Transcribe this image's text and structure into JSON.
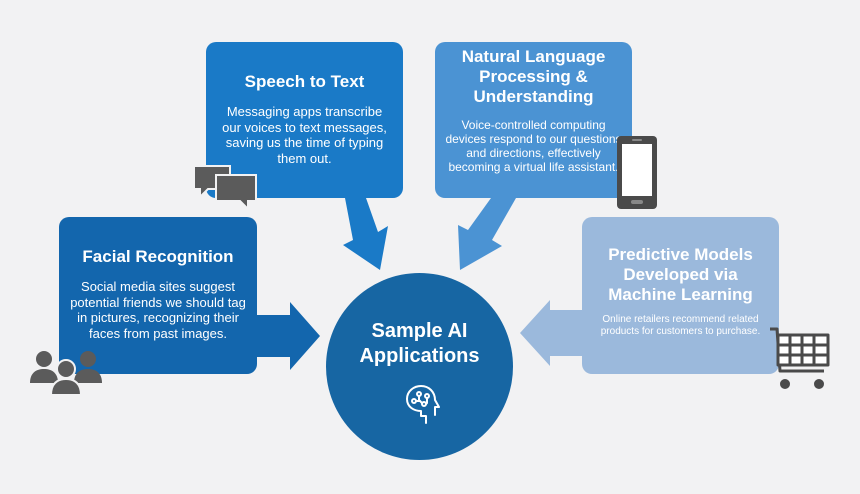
{
  "center": {
    "title_line1": "Sample AI",
    "title_line2": "Applications",
    "icon": "brain-circuit-icon"
  },
  "cards": {
    "speech": {
      "title": "Speech to Text",
      "body": "Messaging apps transcribe our voices to text messages, saving us the time of typing them out.",
      "icon": "chat-bubbles-icon"
    },
    "nlp": {
      "title": "Natural Language Processing & Understanding",
      "body": "Voice-controlled computing devices respond to our questions and directions, effectively becoming a virtual life assistant.",
      "icon": "smartphone-icon"
    },
    "face": {
      "title": "Facial Recognition",
      "body": "Social media sites suggest potential friends we should tag in pictures, recognizing their faces from past images.",
      "icon": "people-group-icon"
    },
    "pred": {
      "title": "Predictive Models Developed via Machine Learning",
      "body": "Online retailers recommend related products for customers to purchase.",
      "icon": "shopping-cart-icon"
    }
  },
  "colors": {
    "background": "#f2f2f3",
    "speech": "#1a7ac7",
    "nlp": "#4b93d3",
    "face": "#1366ad",
    "pred": "#9bb9dc",
    "center": "#1766a3",
    "icon_gray": "#5b5b5b"
  }
}
